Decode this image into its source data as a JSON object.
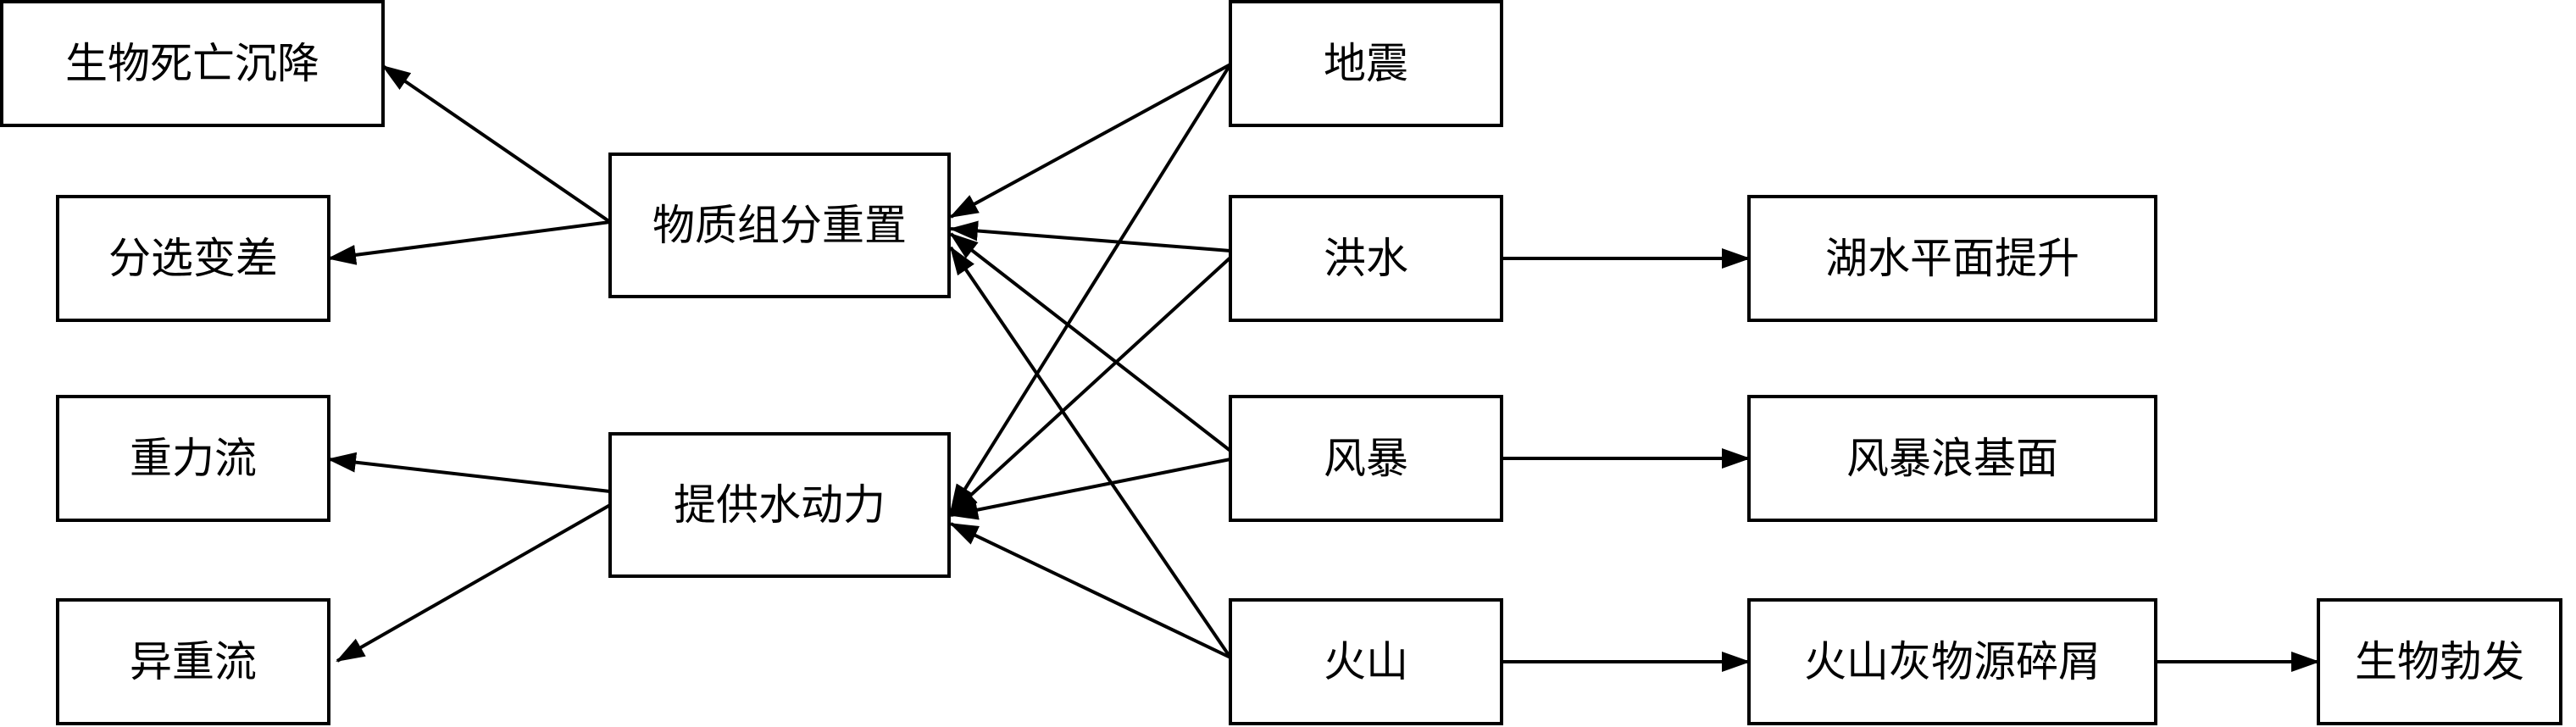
{
  "nodes": {
    "bio_settle": "生物死亡沉降",
    "sorting": "分选变差",
    "gravity_flow": "重力流",
    "density_flow": "异重流",
    "reorganize": "物质组分重置",
    "hydro_power": "提供水动力",
    "earthquake": "地震",
    "flood": "洪水",
    "storm": "风暴",
    "volcano": "火山",
    "lake_rise": "湖水平面提升",
    "storm_wave": "风暴浪基面",
    "volcanic_debris": "火山灰物源碎屑",
    "bio_bloom": "生物勃发"
  },
  "edges": [
    {
      "from": "reorganize",
      "to": "bio_settle"
    },
    {
      "from": "reorganize",
      "to": "sorting"
    },
    {
      "from": "hydro_power",
      "to": "gravity_flow"
    },
    {
      "from": "hydro_power",
      "to": "density_flow"
    },
    {
      "from": "earthquake",
      "to": "reorganize"
    },
    {
      "from": "earthquake",
      "to": "hydro_power"
    },
    {
      "from": "flood",
      "to": "reorganize"
    },
    {
      "from": "flood",
      "to": "hydro_power"
    },
    {
      "from": "storm",
      "to": "reorganize"
    },
    {
      "from": "storm",
      "to": "hydro_power"
    },
    {
      "from": "volcano",
      "to": "reorganize"
    },
    {
      "from": "volcano",
      "to": "hydro_power"
    },
    {
      "from": "flood",
      "to": "lake_rise"
    },
    {
      "from": "storm",
      "to": "storm_wave"
    },
    {
      "from": "volcano",
      "to": "volcanic_debris"
    },
    {
      "from": "volcanic_debris",
      "to": "bio_bloom"
    }
  ]
}
